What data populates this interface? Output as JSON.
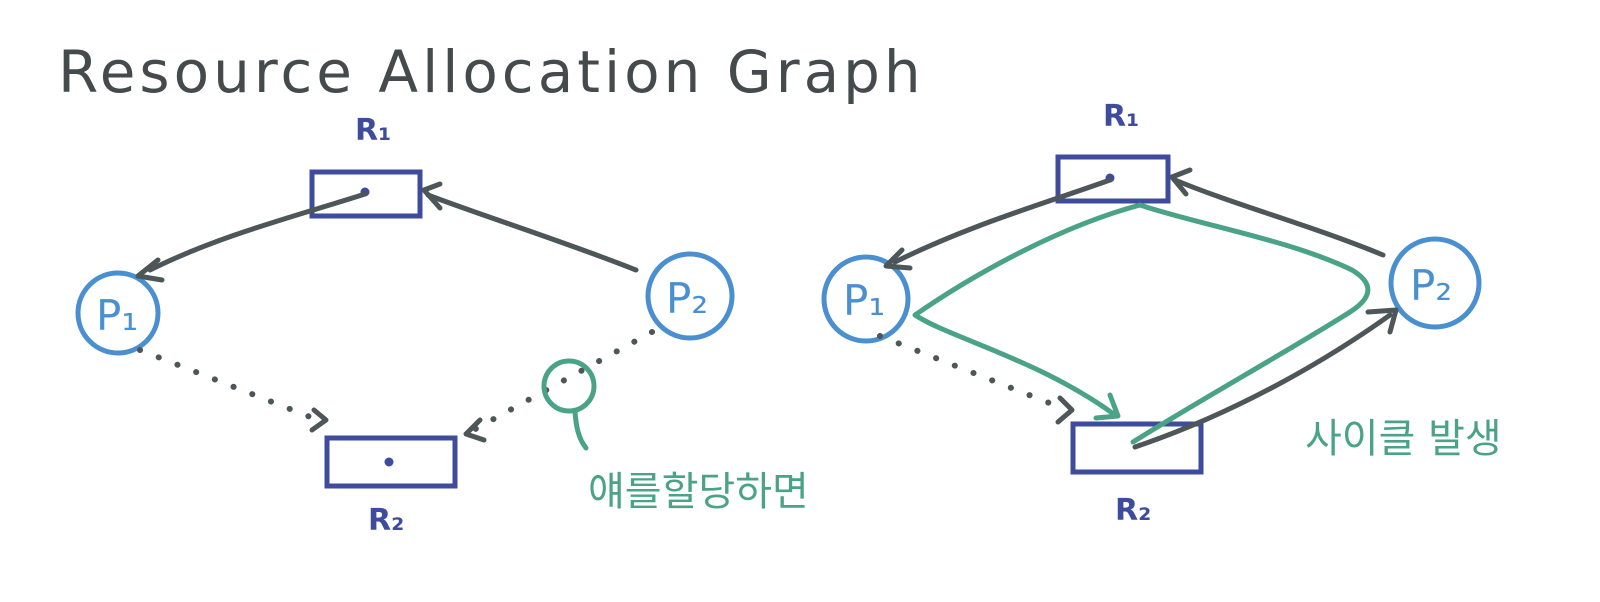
{
  "title": "Resource Allocation Graph",
  "colors": {
    "resource": "#3f4c9e",
    "process": "#4a8fd0",
    "edge": "#4d5659",
    "highlight": "#4aa386",
    "title": "#454b4d"
  },
  "left": {
    "r1_label": "R₁",
    "r2_label": "R₂",
    "p1_label": "P₁",
    "p2_label": "P₂",
    "note": "얘를할당하면"
  },
  "right": {
    "r1_label": "R₁",
    "r2_label": "R₂",
    "p1_label": "P₁",
    "p2_label": "P₂",
    "note": "사이클 발생"
  }
}
